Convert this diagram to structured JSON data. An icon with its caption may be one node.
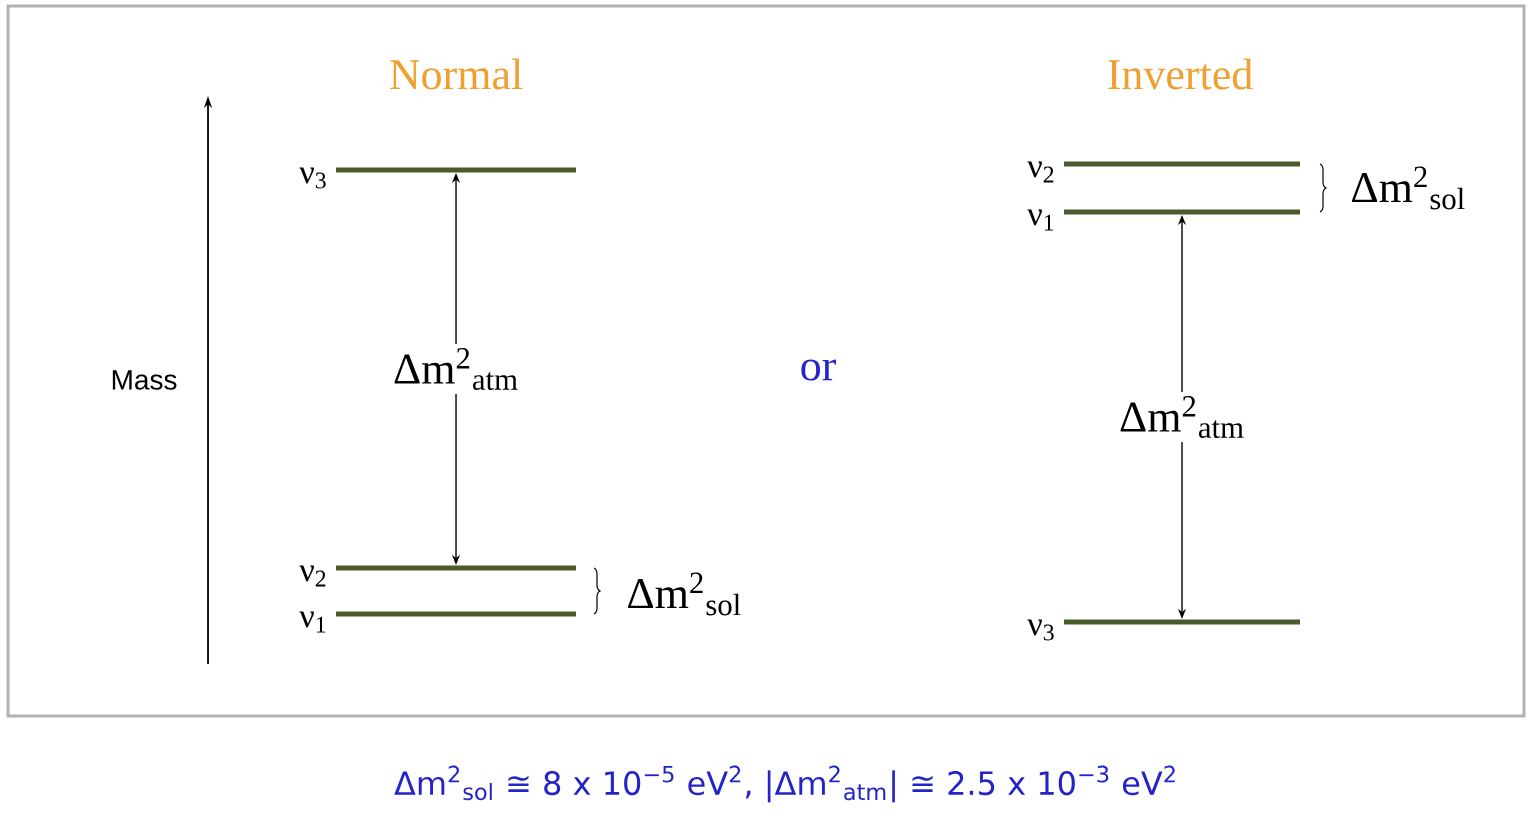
{
  "diagram": {
    "caption": "Δm$^{2}$$_{sol}$ ≅ 8 x 10$^{−5}$ eV$^{2}$,     |Δm$^{2}$$_{atm}$| ≅ 2.5 x 10$^{−3}$ eV$^{2}$",
    "nodes": [
      {
        "text": [
          "ν$_{3}$"
        ]
      },
      {
        "text": [
          "ν$_{2}$"
        ]
      },
      {
        "text": [
          "ν$_{1}$"
        ]
      },
      {
        "text": [
          "ν$_{2}$"
        ]
      },
      {
        "text": [
          "ν$_{1}$"
        ]
      },
      {
        "text": [
          "ν$_{3}$"
        ]
      }
    ],
    "edges": [
      {
        "from": 0,
        "to": 1,
        "arrow": "both",
        "label": "Δm$^{2}$$_{atm}$"
      },
      {
        "from": 4,
        "to": 5,
        "arrow": "both",
        "label": "Δm$^{2}$$_{atm}$"
      }
    ],
    "labels": [
      "Normal",
      "Inverted",
      "Mass",
      "or",
      "Δm$^{2}$$_{sol}$",
      "Δm$^{2}$$_{sol}$"
    ]
  }
}
